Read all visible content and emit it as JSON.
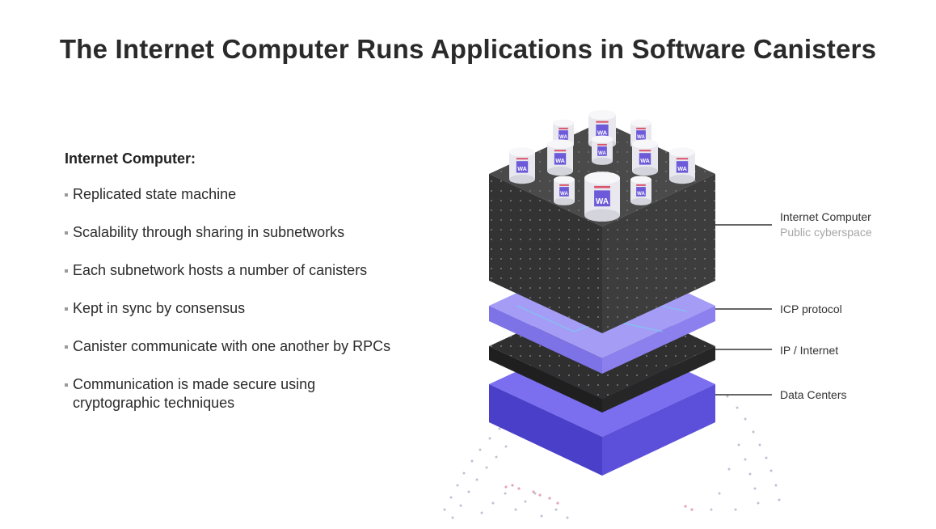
{
  "title": "The Internet Computer Runs Applications in Software Canisters",
  "left": {
    "heading": "Internet Computer:",
    "bullets": [
      "Replicated state machine",
      "Scalability through sharing in subnetworks",
      "Each subnetwork hosts a number of canisters",
      "Kept in sync by consensus",
      "Canister communicate with one another by RPCs",
      "Communication is made secure using cryptographic techniques"
    ]
  },
  "diagram": {
    "canister_label": "WA",
    "layers": [
      {
        "name": "Internet Computer",
        "sublabel": "Public cyberspace"
      },
      {
        "name": "ICP protocol"
      },
      {
        "name": "IP / Internet"
      },
      {
        "name": "Data Centers"
      }
    ],
    "colors": {
      "cube": "#3a3a3a",
      "protocol": "#8b7ff0",
      "datacenter": "#5a4fd6",
      "canister_accent": "#6c5ad8",
      "canister_stripe": "#d9536d"
    }
  }
}
